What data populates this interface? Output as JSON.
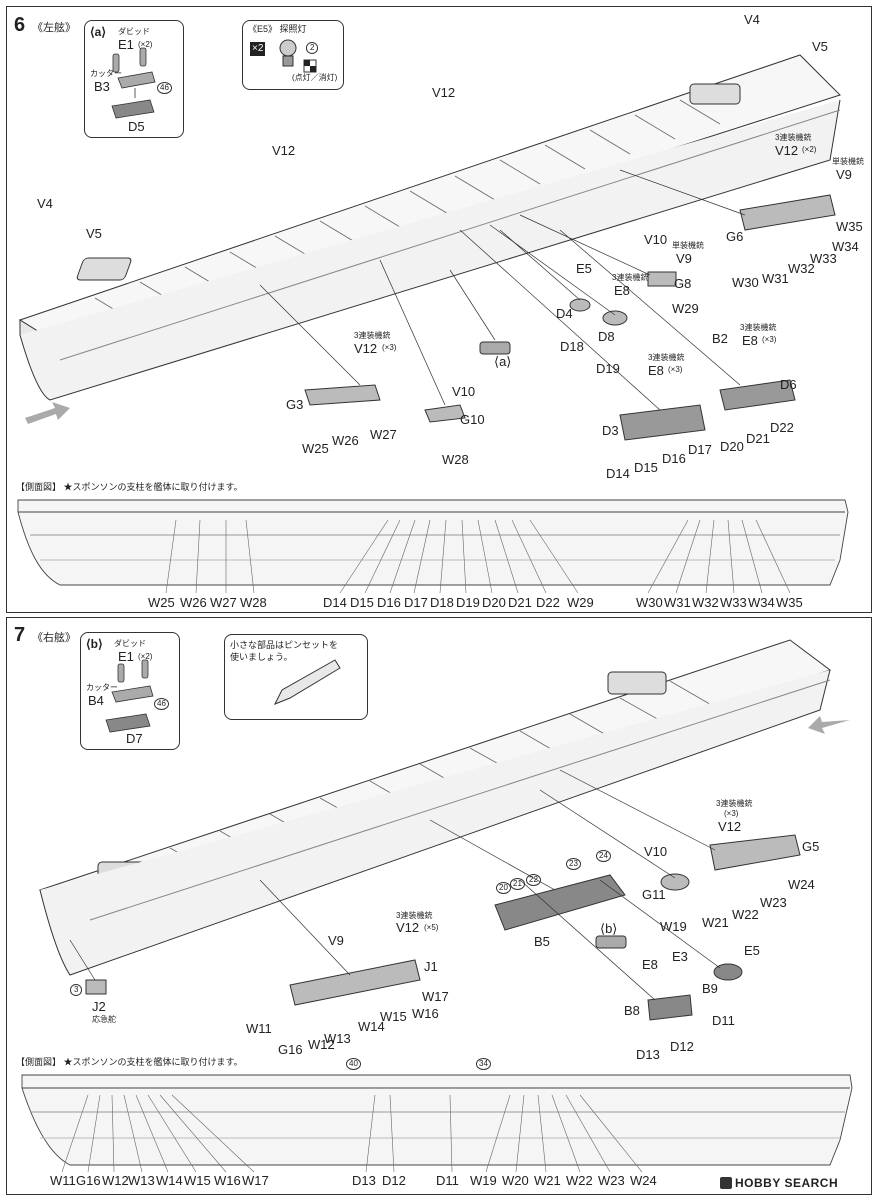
{
  "step6": {
    "number": "6",
    "subtitle": "《左舷》",
    "callout_a": {
      "tag": "⟨a⟩",
      "dabido": "ダビッド",
      "e1": "E1",
      "e1_qty": "(×2)",
      "cutter": "カッター",
      "b3": "B3",
      "d5": "D5",
      "circ": "46"
    },
    "callout_e5": {
      "title": "《E5》 探照灯",
      "x2": "×2",
      "circ": "2",
      "note": "(点灯／消灯)"
    },
    "labels": {
      "v4_top": "V4",
      "v5_top": "V5",
      "v12_a": "V12",
      "v12_b": "V12",
      "v4_left": "V4",
      "v5_left": "V5",
      "v12_x2_note": "3連装機銃",
      "v12_x2": "V12",
      "v12_x2_qty": "(×2)",
      "v9_note": "単装機銃",
      "v9": "V9",
      "g6": "G6",
      "w35": "W35",
      "w34": "W34",
      "w33": "W33",
      "w32": "W32",
      "w31": "W31",
      "w30": "W30",
      "v10_a": "V10",
      "v9b_note": "単装機銃",
      "v9b": "V9",
      "g8": "G8",
      "w29": "W29",
      "e5": "E5",
      "e8_a": "E8",
      "e8a_note": "3連装機銃",
      "d4": "D4",
      "d8": "D8",
      "d18": "D18",
      "d19": "D19",
      "b2": "B2",
      "e8_b_note": "3連装機銃",
      "e8_b": "E8",
      "e8_b_qty": "(×3)",
      "e8_c_note": "3連装機銃",
      "e8_c": "E8",
      "e8_c_qty": "(×3)",
      "d6": "D6",
      "d3": "D3",
      "d20": "D20",
      "d21": "D21",
      "d22": "D22",
      "d14": "D14",
      "d15": "D15",
      "d16": "D16",
      "d17": "D17",
      "v12_x3_note": "3連装機銃",
      "v12_x3": "V12",
      "v12_x3_qty": "(×3)",
      "g3": "G3",
      "w25": "W25",
      "w26": "W26",
      "w27": "W27",
      "a_ref": "⟨a⟩",
      "v10_b": "V10",
      "g10": "G10",
      "w28": "W28"
    },
    "side_view_note": "【側面図】 ★スポンソンの支柱を艦体に取り付けます。",
    "side_labels": [
      "W25",
      "W26",
      "W27",
      "W28",
      "D14",
      "D15",
      "D16",
      "D17",
      "D18",
      "D19",
      "D20",
      "D21",
      "D22",
      "W29",
      "W30",
      "W31",
      "W32",
      "W33",
      "W34",
      "W35"
    ]
  },
  "step7": {
    "number": "7",
    "subtitle": "《右舷》",
    "callout_b": {
      "tag": "⟨b⟩",
      "dabido": "ダビッド",
      "e1": "E1",
      "e1_qty": "(×2)",
      "cutter": "カッター",
      "b4": "B4",
      "d7": "D7",
      "circ": "46"
    },
    "callout_tip": {
      "text1": "小さな部品はピンセットを",
      "text2": "使いましょう。"
    },
    "labels": {
      "v12_note": "3連装機銃",
      "v12": "V12",
      "v12_qty": "(×3)",
      "g5": "G5",
      "v10": "V10",
      "g11": "G11",
      "w19": "W19",
      "w21": "W21",
      "w22": "W22",
      "w23": "W23",
      "w24": "W24",
      "c20": "20",
      "c21": "21",
      "c22": "22",
      "c23": "23",
      "c24": "24",
      "b5": "B5",
      "b_ref": "⟨b⟩",
      "e8": "E8",
      "e3": "E3",
      "b8": "B8",
      "b9": "B9",
      "e5": "E5",
      "d11": "D11",
      "d13": "D13",
      "d12": "D12",
      "v9": "V9",
      "v12b_note": "3連装機銃",
      "v12b": "V12",
      "v12b_qty": "(×5)",
      "j1": "J1",
      "w17": "W17",
      "w16": "W16",
      "w15": "W15",
      "w14": "W14",
      "w13": "W13",
      "w12": "W12",
      "w11": "W11",
      "g16": "G16",
      "c3": "3",
      "j2": "J2",
      "j2_note": "応急舵"
    },
    "side_view_note": "【側面図】 ★スポンソンの支柱を艦体に取り付けます。",
    "side_markers": [
      "40",
      "34"
    ],
    "side_labels": [
      "W11",
      "G16",
      "W12",
      "W13",
      "W14",
      "W15",
      "W16",
      "W17",
      "D13",
      "D12",
      "D11",
      "W19",
      "W20",
      "W21",
      "W22",
      "W23",
      "W24"
    ]
  },
  "watermark": "HOBBY SEARCH"
}
